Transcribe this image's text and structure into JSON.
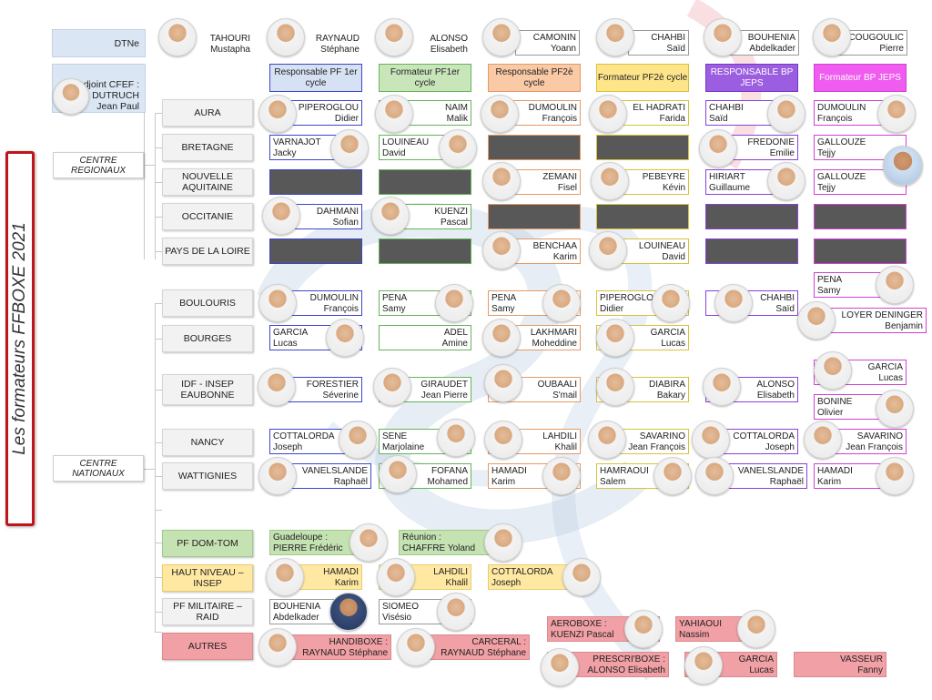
{
  "title": "Les formateurs FFBOXE 2021",
  "sections": {
    "regional": "CENTRE REGIONAUX",
    "national": "CENTRE NATIONAUX"
  },
  "left": {
    "dtne": "DTNe",
    "adjoint_title": "Adjoint CFEF :",
    "adjoint_last": "DUTRUCH",
    "adjoint_first": "Jean Paul"
  },
  "top_people": [
    {
      "last": "TAHOURI",
      "first": "Mustapha"
    },
    {
      "last": "RAYNAUD",
      "first": "Stéphane"
    },
    {
      "last": "ALONSO",
      "first": "Elisabeth"
    },
    {
      "last": "CAMONIN",
      "first": "Yoann"
    },
    {
      "last": "CHAHBI",
      "first": "Saïd"
    },
    {
      "last": "BOUHENIA",
      "first": "Abdelkader"
    },
    {
      "last": "COUGOULIC",
      "first": "Pierre"
    }
  ],
  "column_heads": [
    "Responsable PF 1er cycle",
    "Formateur PF1er cycle",
    "Responsable PF2è cycle",
    "Formateur PF2è cycle",
    "RESPONSABLE BP JEPS",
    "Formateur BP JEPS"
  ],
  "regions": [
    "AURA",
    "BRETAGNE",
    "NOUVELLE AQUITAINE",
    "OCCITANIE",
    "PAYS DE LA LOIRE"
  ],
  "reg_cards": {
    "aura": [
      {
        "last": "PIPEROGLOU",
        "first": "Didier"
      },
      {
        "last": "NAIM",
        "first": "Malik"
      },
      {
        "last": "DUMOULIN",
        "first": "François"
      },
      {
        "last": "EL HADRATI",
        "first": "Farida"
      },
      {
        "last": "CHAHBI",
        "first": "Saïd"
      },
      {
        "last": "DUMOULIN",
        "first": "François"
      }
    ],
    "bretagne": [
      {
        "last": "VARNAJOT",
        "first": "Jacky"
      },
      {
        "last": "LOUINEAU",
        "first": "David"
      },
      {
        "last": "FREDONIE",
        "first": "Emilie"
      },
      {
        "last": "GALLOUZE",
        "first": "Tejjy"
      }
    ],
    "nouvelle": [
      {
        "last": "ZEMANI",
        "first": "Fisel"
      },
      {
        "last": "PEBEYRE",
        "first": "Kévin"
      },
      {
        "last": "HIRIART",
        "first": "Guillaume"
      },
      {
        "last": "GALLOUZE",
        "first": "Tejjy"
      }
    ],
    "occitanie": [
      {
        "last": "DAHMANI",
        "first": "Sofian"
      },
      {
        "last": "KUENZI",
        "first": "Pascal"
      }
    ],
    "loire": [
      {
        "last": "BENCHAA",
        "first": "Karim"
      },
      {
        "last": "LOUINEAU",
        "first": "David"
      }
    ]
  },
  "nationals": [
    "BOULOURIS",
    "BOURGES",
    "IDF - INSEP EAUBONNE",
    "NANCY",
    "WATTIGNIES"
  ],
  "nat_cards": {
    "boulouris": [
      {
        "last": "DUMOULIN",
        "first": "François"
      },
      {
        "last": "PENA",
        "first": "Samy"
      },
      {
        "last": "PENA",
        "first": "Samy"
      },
      {
        "last": "PIPEROGLOU",
        "first": "Didier"
      },
      {
        "last": "CHAHBI",
        "first": "Saïd"
      },
      {
        "last": "PENA",
        "first": "Samy"
      },
      {
        "last": "LOYER DENINGER",
        "first": "Benjamin"
      }
    ],
    "bourges": [
      {
        "last": "GARCIA",
        "first": "Lucas"
      },
      {
        "last": "ADEL",
        "first": "Amine"
      },
      {
        "last": "LAKHMARI",
        "first": "Moheddine"
      },
      {
        "last": "GARCIA",
        "first": "Lucas"
      }
    ],
    "idf": [
      {
        "last": "FORESTIER",
        "first": "Séverine"
      },
      {
        "last": "GIRAUDET",
        "first": "Jean Pierre"
      },
      {
        "last": "OUBAALI",
        "first": "S'mail"
      },
      {
        "last": "DIABIRA",
        "first": "Bakary"
      },
      {
        "last": "ALONSO",
        "first": "Elisabeth"
      },
      {
        "last": "GARCIA",
        "first": "Lucas"
      },
      {
        "last": "BONINE",
        "first": "Olivier"
      }
    ],
    "nancy": [
      {
        "last": "COTTALORDA",
        "first": "Joseph"
      },
      {
        "last": "SENE",
        "first": "Marjolaine"
      },
      {
        "last": "LAHDILI",
        "first": "Khalil"
      },
      {
        "last": "SAVARINO",
        "first": "Jean François"
      },
      {
        "last": "COTTALORDA",
        "first": "Joseph"
      },
      {
        "last": "SAVARINO",
        "first": "Jean François"
      }
    ],
    "wattignies": [
      {
        "last": "VANELSLANDE",
        "first": "Raphaël"
      },
      {
        "last": "FOFANA",
        "first": "Mohamed"
      },
      {
        "last": "HAMADI",
        "first": "Karim"
      },
      {
        "last": "HAMRAOUI",
        "first": "Salem"
      },
      {
        "last": "VANELSLANDE",
        "first": "Raphaël"
      },
      {
        "last": "HAMADI",
        "first": "Karim"
      }
    ]
  },
  "others": {
    "domtom_label": "PF DOM-TOM",
    "guadeloupe_title": "Guadeloupe :",
    "guadeloupe_name": "PIERRE Frédéric",
    "reunion_title": "Réunion :",
    "reunion_name": "CHAFFRE Yoland",
    "hn_label": "HAUT NIVEAU – INSEP",
    "hn_cards": [
      {
        "last": "HAMADI",
        "first": "Karim"
      },
      {
        "last": "LAHDILI",
        "first": "Khalil"
      },
      {
        "last": "COTTALORDA",
        "first": "Joseph"
      }
    ],
    "mil_label": "PF MILITAIRE – RAID",
    "mil_cards": [
      {
        "last": "BOUHENIA",
        "first": "Abdelkader"
      },
      {
        "last": "SIOMEO",
        "first": "Visésio"
      }
    ],
    "autres_label": "AUTRES",
    "handiboxe_title": "HANDIBOXE :",
    "handiboxe_name": "RAYNAUD Stéphane",
    "carceral_title": "CARCERAL :",
    "carceral_name": "RAYNAUD Stéphane",
    "aeroboxe_title": "AEROBOXE :",
    "aeroboxe_name": "KUENZI Pascal",
    "yahiaoui_last": "YAHIAOUI",
    "yahiaoui_first": "Nassim",
    "prescri_title": "PRESCRI'BOXE :",
    "prescri_name": "ALONSO Elisabeth",
    "garcia_last": "GARCIA",
    "garcia_first": "Lucas",
    "vasseur_last": "VASSEUR",
    "vasseur_first": "Fanny"
  },
  "colors": {
    "title_border": "#c0141b",
    "blue": "#3b46c9",
    "green": "#63b557",
    "orange": "#e49a65",
    "yellow": "#d8c23a",
    "purple": "#8a41d6",
    "magenta": "#d240d2",
    "autres_pink": "#f1a0a5"
  }
}
